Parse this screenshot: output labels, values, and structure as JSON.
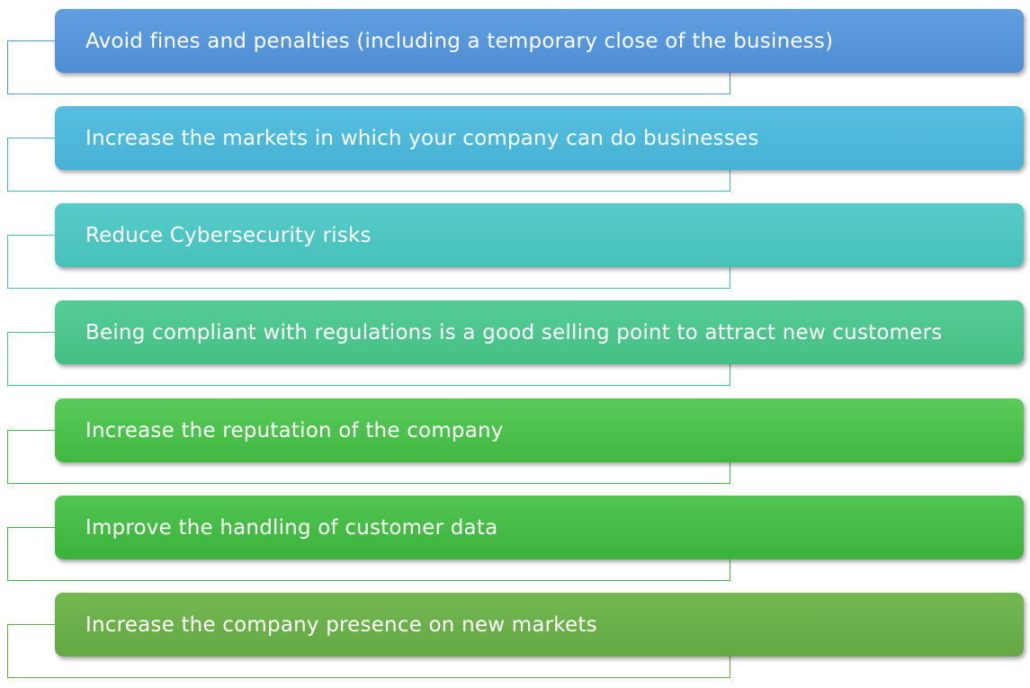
{
  "items": [
    {
      "label": "Avoid fines and penalties (including a temporary close of the business)",
      "color_top": "#5f9fe0",
      "color_bottom": "#4f8dd4",
      "bracket_color": "#4f98c8"
    },
    {
      "label": "Increase the markets in which your company can do businesses",
      "color_top": "#56bfe0",
      "color_bottom": "#47b2d4",
      "bracket_color": "#48b0c4"
    },
    {
      "label": "Reduce Cybersecurity risks",
      "color_top": "#55ccc9",
      "color_bottom": "#48c0bb",
      "bracket_color": "#4ac0b0"
    },
    {
      "label": "Being compliant with regulations is a good selling point to attract new customers",
      "color_top": "#55cc98",
      "color_bottom": "#45c083",
      "bracket_color": "#48bf88"
    },
    {
      "label": "Increase the reputation of the company",
      "color_top": "#5acb5a",
      "color_bottom": "#40b840",
      "bracket_color": "#4ab44a"
    },
    {
      "label": "Improve the handling of customer data",
      "color_top": "#52c452",
      "color_bottom": "#3ab33a",
      "bracket_color": "#48b048"
    },
    {
      "label": "Increase the company presence on new markets",
      "color_top": "#74b852",
      "color_bottom": "#64a844",
      "bracket_color": "#64a84a"
    }
  ]
}
